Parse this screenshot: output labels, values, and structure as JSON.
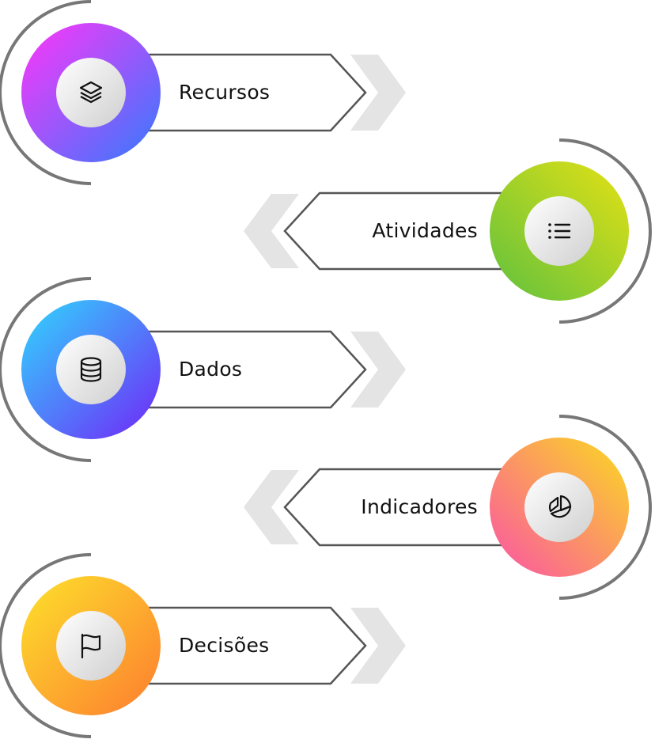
{
  "items": [
    {
      "label": "Recursos",
      "icon": "layers-icon",
      "side": "left",
      "colors": [
        "#ec3cf9",
        "#4873fd"
      ]
    },
    {
      "label": "Atividades",
      "icon": "list-icon",
      "side": "right",
      "colors": [
        "#d8de18",
        "#6cc43a"
      ]
    },
    {
      "label": "Dados",
      "icon": "database-icon",
      "side": "left",
      "colors": [
        "#36c6fd",
        "#6b37f8"
      ]
    },
    {
      "label": "Indicadores",
      "icon": "pie-chart-icon",
      "side": "right",
      "colors": [
        "#fbcd2d",
        "#fb6099"
      ]
    },
    {
      "label": "Decisões",
      "icon": "flag-icon",
      "side": "left",
      "colors": [
        "#fdd82c",
        "#fd862f"
      ]
    }
  ]
}
